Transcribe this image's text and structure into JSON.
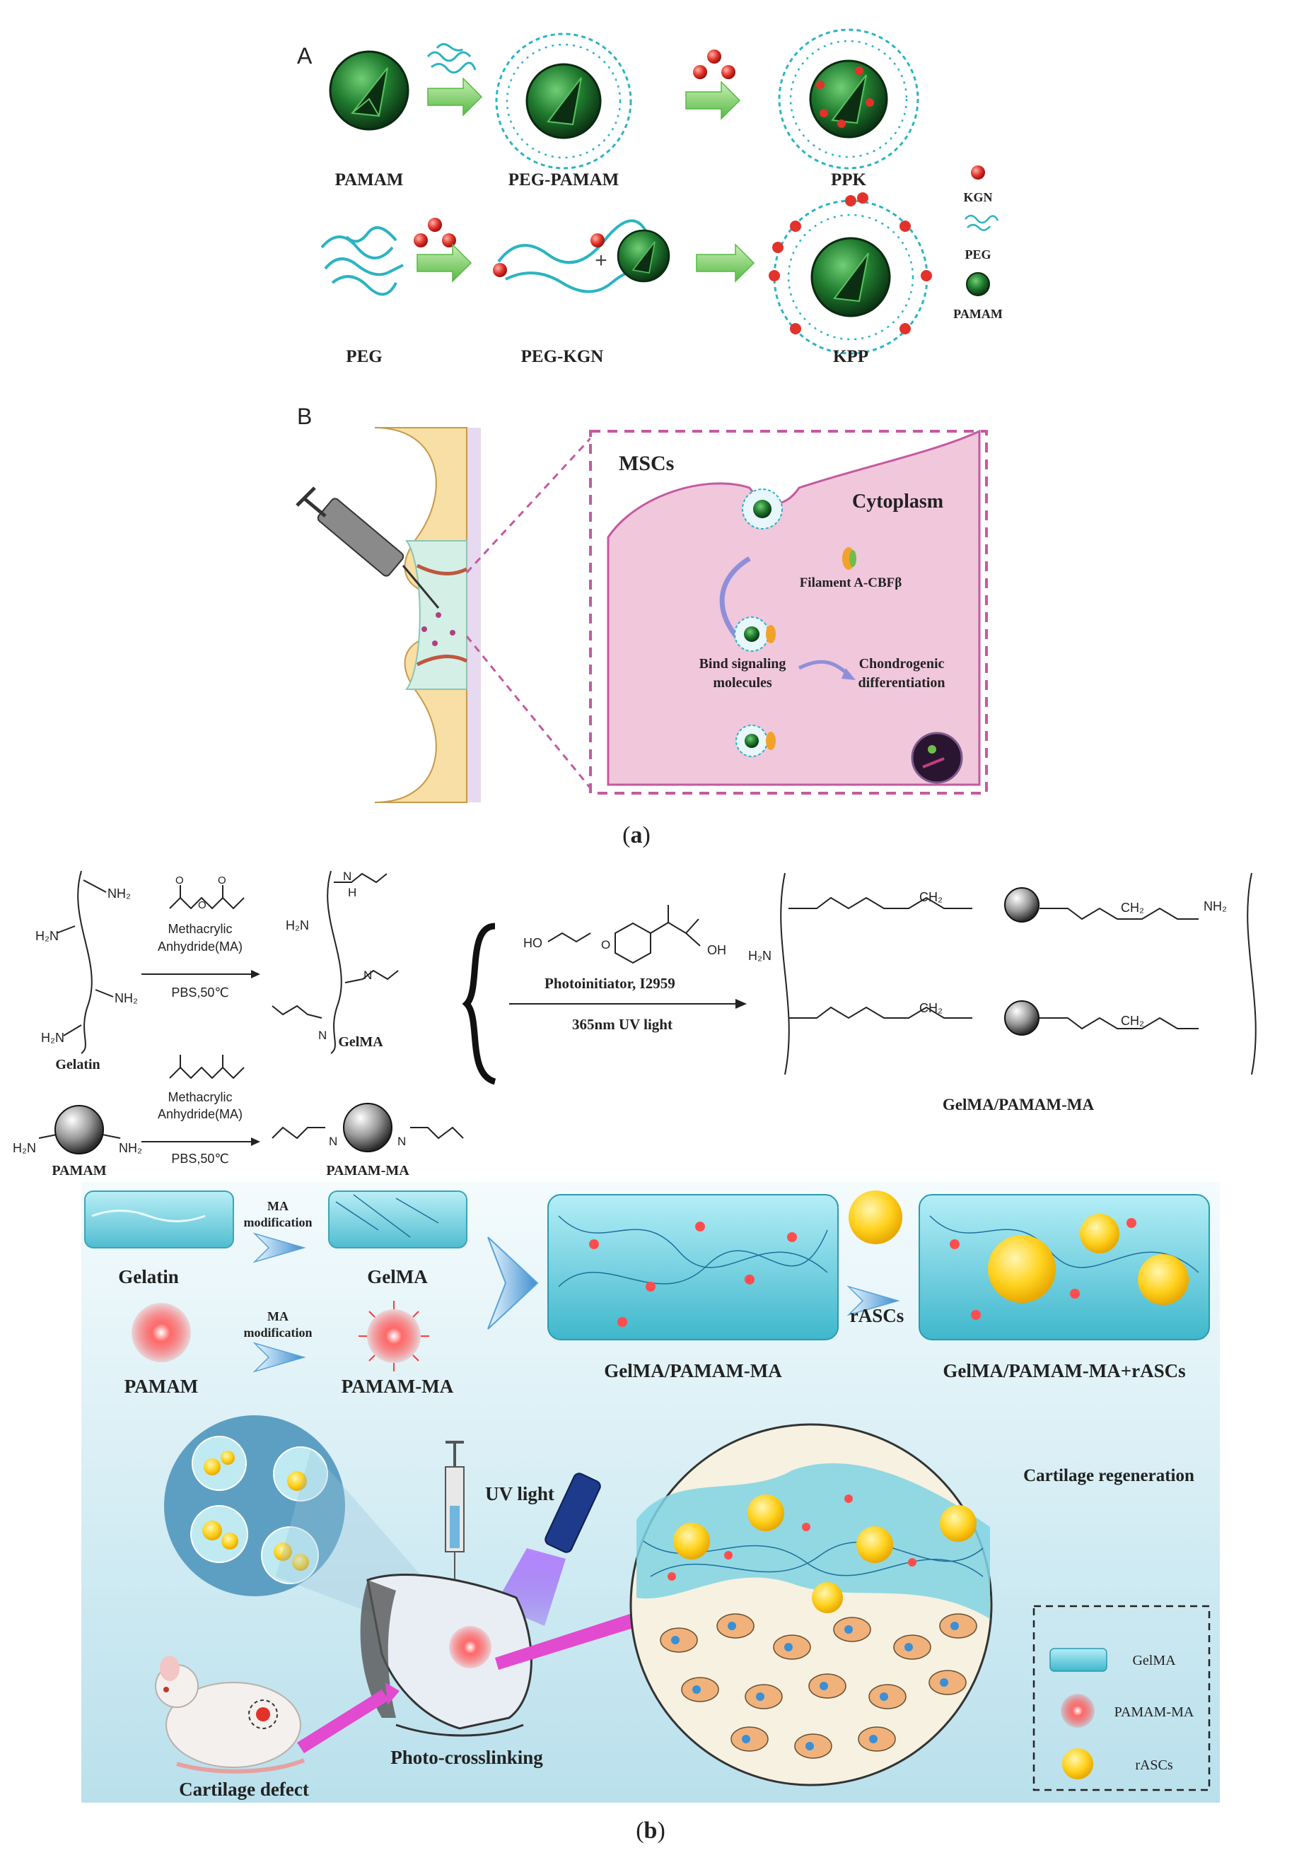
{
  "panel_a": {
    "letter_A": "A",
    "letter_B": "B",
    "row1": {
      "pamam": "PAMAM",
      "peg_pamam": "PEG-PAMAM",
      "ppk": "PPK"
    },
    "row2": {
      "peg": "PEG",
      "peg_kgn": "PEG-KGN",
      "kpp": "KPP",
      "plus": "+"
    },
    "legend": {
      "kgn": "KGN",
      "peg": "PEG",
      "pamam": "PAMAM"
    },
    "cell": {
      "mscs": "MSCs",
      "cytoplasm": "Cytoplasm",
      "filament": "Filament A-CBFβ",
      "bind_1": "Bind signaling",
      "bind_2": "molecules",
      "chondro_1": "Chondrogenic",
      "chondro_2": "differentiation"
    },
    "caption_prefix": "(",
    "caption_letter": "a",
    "caption_suffix": ")"
  },
  "panel_b": {
    "chem": {
      "nh2": "NH₂",
      "h2n": "H₂N",
      "gelatin": "Gelatin",
      "ma_line1": "Methacrylic",
      "ma_line2": "Anhydride(MA)",
      "pbs": "PBS,50℃",
      "gelma": "GelMA",
      "pamam": "PAMAM",
      "pamam_ma": "PAMAM-MA",
      "ho": "HO",
      "oh": "OH",
      "photoinitiator": "Photoinitiator, I2959",
      "uv": "365nm UV light",
      "product": "GelMA/PAMAM-MA",
      "ch2": "CH₂",
      "o": "O",
      "n": "N",
      "h": "H",
      "atom_o_small": "O"
    },
    "hydrogel": {
      "ma_mod_1": "MA",
      "ma_mod_2": "modification",
      "gelatin": "Gelatin",
      "gelma": "GelMA",
      "pamam": "PAMAM",
      "pamam_ma": "PAMAM-MA",
      "composite": "GelMA/PAMAM-MA",
      "rascs": "rASCs",
      "composite_cells": "GelMA/PAMAM-MA+rASCs"
    },
    "bottom": {
      "uv_light": "UV light",
      "cartilage_regeneration": "Cartilage regeneration",
      "cartilage_defect": "Cartilage defect",
      "photo_crosslinking": "Photo-crosslinking"
    },
    "legend": {
      "gelma": "GelMA",
      "pamam_ma": "PAMAM-MA",
      "rascs": "rASCs"
    },
    "caption_prefix": "(",
    "caption_letter": "b",
    "caption_suffix": ")"
  },
  "colors": {
    "teal": "#2bb4c2",
    "dark_green": "#1d5a2a",
    "kgn_red": "#e2322a",
    "arrow_green": "#7fd36a",
    "cell_pink": "#f1c7dc",
    "hydrogel_blue": "#7fd3e3",
    "yellow": "#ffd21e",
    "uv_purple": "#9b4dff"
  }
}
